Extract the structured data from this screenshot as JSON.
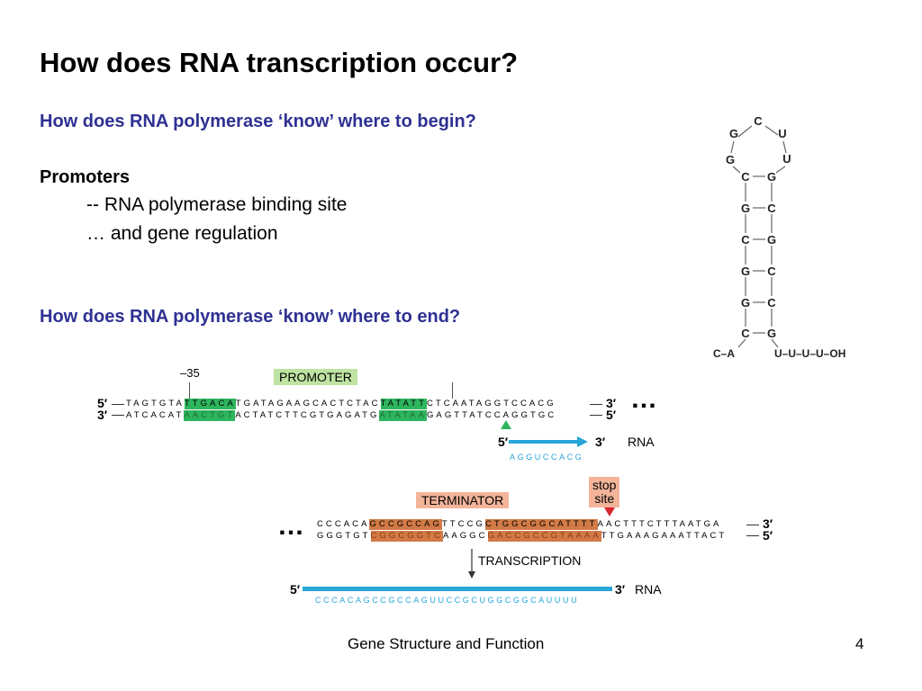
{
  "slide": {
    "title": "How does RNA transcription occur?",
    "question_begin": "How does RNA polymerase ‘know’ where to begin?",
    "promoters_heading": "Promoters",
    "bullet_1": "-- RNA polymerase binding site",
    "bullet_2": "… and gene regulation",
    "question_end": "How does RNA polymerase ‘know’ where to end?",
    "footer": "Gene Structure and Function",
    "page_number": "4"
  },
  "promoter_figure": {
    "minus35_label": "–35",
    "promoter_label": "PROMOTER",
    "top_prime5": "5′",
    "top_prime3": "3′",
    "bottom_prime3": "3′",
    "bottom_prime5": "5′",
    "top_strand": {
      "a": "TAGTGTA",
      "b": "TTGACA",
      "c": "TGATAGAAGCACTCTAC",
      "d": "TATATT",
      "e": "CTCAATAGGTCCACG"
    },
    "bottom_strand": {
      "a": "ATCACAT",
      "b": "AACTGT",
      "c": "ACTATCTTCGTGAGATG",
      "d": "ATATAA",
      "e": "GAGTTATCCAGGTGC"
    },
    "dots": "…",
    "rna_prime5": "5′",
    "rna_prime3": "3′",
    "rna_label": "RNA",
    "rna_sequence": "AGGUCCACG"
  },
  "terminator_figure": {
    "terminator_label": "TERMINATOR",
    "stop_label_1": "stop",
    "stop_label_2": "site",
    "dots": "…",
    "top_prime3": "3′",
    "bottom_prime5": "5′",
    "top_strand": {
      "a": "CCCACA",
      "b": "GCCGCCAG",
      "c": "TTCCG",
      "d": "CTGGCGGC",
      "e": "ATTTT",
      "f": "AACTTTCTTTAATGA"
    },
    "bottom_strand": {
      "a": "GGGTGT",
      "b": "CGGCGGTC",
      "c": "AAGGC",
      "d": "GACCGCCG",
      "e": "TAAAA",
      "f": "TTGAAAGAAATTACT"
    },
    "transcription_label": "TRANSCRIPTION",
    "rna_prime5": "5′",
    "rna_prime3": "3′",
    "rna_label": "RNA",
    "rna_sequence": "CCCACAGCCGCCAGUUCCGCUGGCGGCAUUUU"
  },
  "hairpin": {
    "loop": [
      "C",
      "G",
      "U",
      "G",
      "U"
    ],
    "stem_left": [
      "C",
      "G",
      "C",
      "G",
      "G",
      "C"
    ],
    "stem_right": [
      "G",
      "C",
      "G",
      "C",
      "C",
      "G"
    ],
    "tail_left": "C–A",
    "tail_right": "U–U–U–U–OH"
  },
  "colors": {
    "question_blue": "#2e3192",
    "promoter_green": "#2db55d",
    "terminator_orange": "#d27a46",
    "rna_blue": "#27a6d8"
  }
}
